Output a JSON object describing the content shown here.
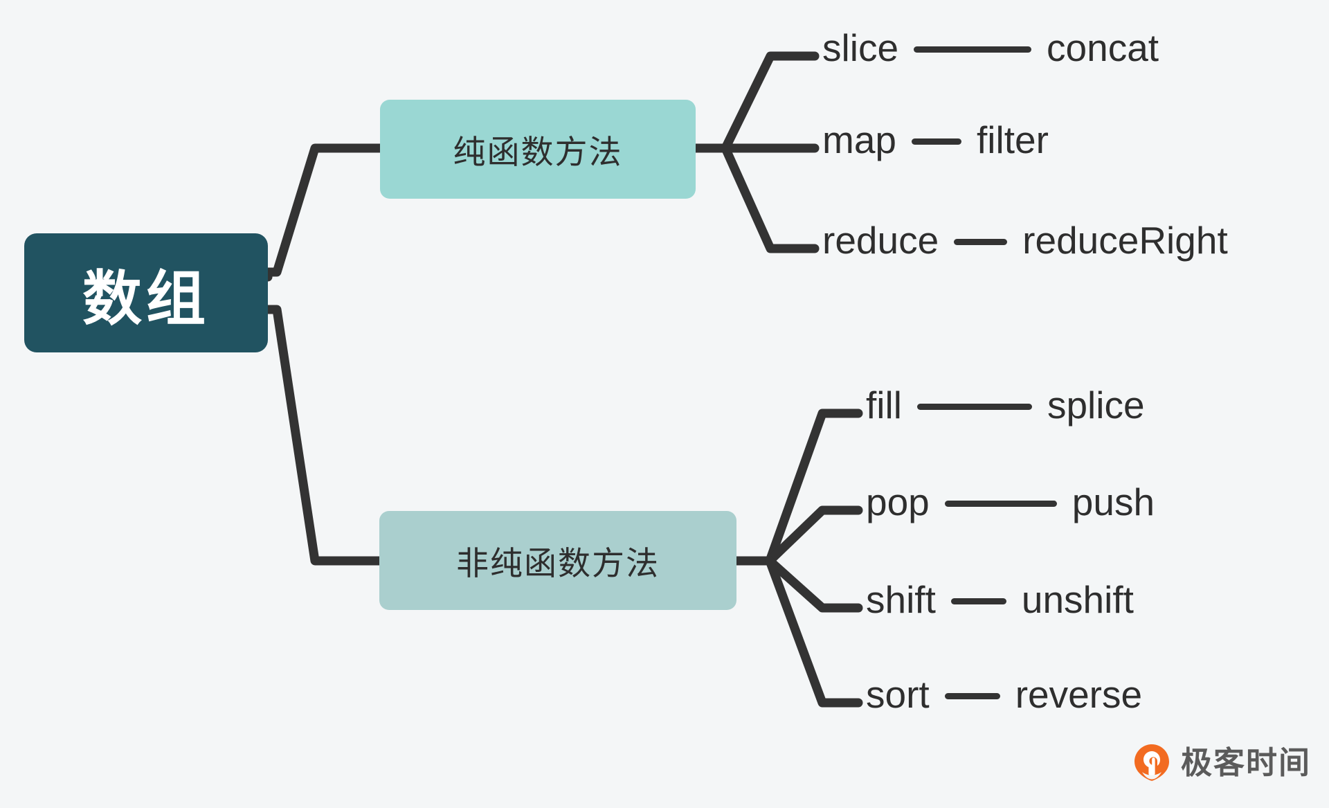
{
  "diagram": {
    "type": "mind-map",
    "background_color": "#F4F6F7",
    "connector_color": "#333333",
    "root": {
      "label": "数组",
      "color": "#215361",
      "text_color": "#FFFFFF"
    },
    "branches": [
      {
        "label": "纯函数方法",
        "color": "#9AD7D3",
        "leaves": [
          {
            "left": "slice",
            "right": "concat",
            "link": "long"
          },
          {
            "left": "map",
            "right": "filter",
            "link": "short"
          },
          {
            "left": "reduce",
            "right": "reduceRight",
            "link": "short"
          }
        ]
      },
      {
        "label": "非纯函数方法",
        "color": "#AACFCE",
        "leaves": [
          {
            "left": "fill",
            "right": "splice",
            "link": "long"
          },
          {
            "left": "pop",
            "right": "push",
            "link": "long"
          },
          {
            "left": "shift",
            "right": "unshift",
            "link": "short"
          },
          {
            "left": "sort",
            "right": "reverse",
            "link": "short"
          }
        ]
      }
    ]
  },
  "watermark": {
    "text": "极客时间",
    "mark_color": "#F26B21",
    "text_color": "#5B5B5B"
  }
}
